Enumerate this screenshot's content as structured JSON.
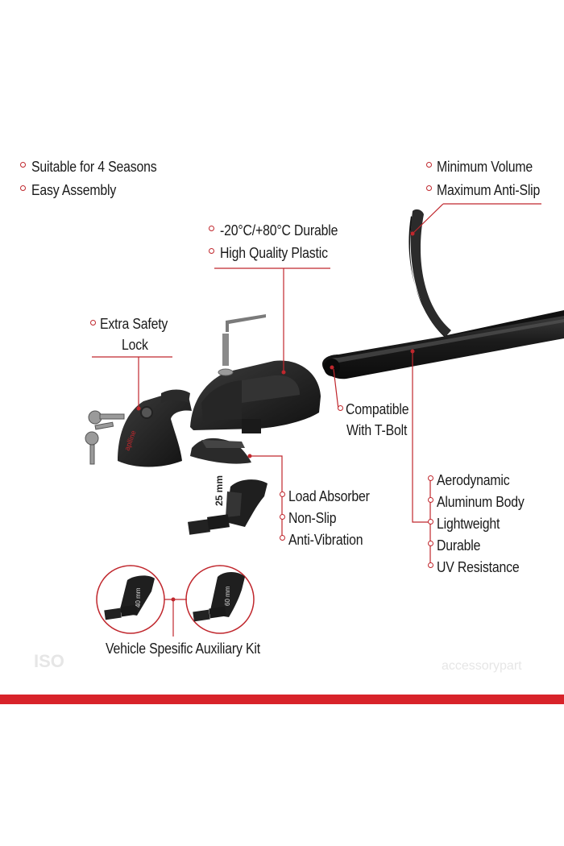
{
  "labels": {
    "seasons": "Suitable for 4 Seasons",
    "assembly": "Easy Assembly",
    "min_volume": "Minimum Volume",
    "max_antislip": "Maximum Anti-Slip",
    "temp_durable": "-20°C/+80°C Durable",
    "hq_plastic": "High Quality Plastic",
    "safety_line1": "Extra Safety",
    "safety_line2": "Lock",
    "tbolt_line1": "Compatible",
    "tbolt_line2": "With T-Bolt",
    "load_absorber": "Load Absorber",
    "non_slip": "Non-Slip",
    "anti_vibration": "Anti-Vibration",
    "aerodynamic": "Aerodynamic",
    "aluminum": "Aluminum Body",
    "lightweight": "Lightweight",
    "durable": "Durable",
    "uv": "UV Resistance",
    "aux_kit": "Vehicle Spesific Auxiliary Kit"
  },
  "dimensions": {
    "pad_25": "25 mm",
    "pad_40": "40 mm",
    "pad_60": "60 mm"
  },
  "brand": {
    "logo_text": "aplline",
    "watermark_iso": "ISO",
    "watermark_site": "accessorypart"
  },
  "colors": {
    "accent": "#c0272d",
    "footer_band": "#d8232a",
    "product": "#1e1e1e"
  }
}
